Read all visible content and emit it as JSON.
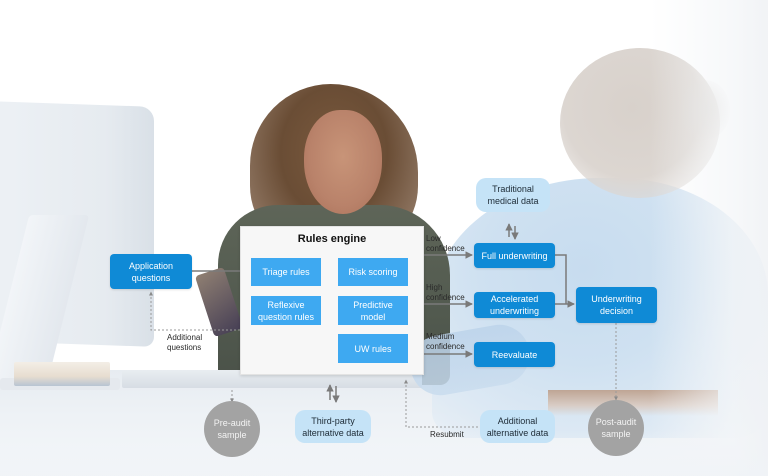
{
  "diagram": {
    "rules_engine": {
      "title": "Rules engine",
      "components": {
        "triage_rules": "Triage rules",
        "risk_scoring": "Risk scoring",
        "reflexive_question_rules": "Reflexive question rules",
        "predictive_model": "Predictive model",
        "uw_rules": "UW rules"
      }
    },
    "inputs": {
      "application_questions": "Application questions",
      "additional_questions": "Additional questions",
      "third_party_alternative_data": "Third-party alternative data"
    },
    "paths": {
      "full_underwriting": {
        "label": "Full underwriting",
        "confidence": "Low confidence"
      },
      "accelerated_underwriting": {
        "label": "Accelerated underwriting",
        "confidence": "High confidence"
      },
      "reevaluate": {
        "label": "Reevaluate",
        "confidence": "Medium confidence"
      }
    },
    "data_sources": {
      "traditional_medical_data": "Traditional medical data",
      "additional_alternative_data": "Additional alternative data"
    },
    "outcome": {
      "underwriting_decision": "Underwriting decision",
      "resubmit": "Resubmit"
    },
    "audits": {
      "pre_audit_sample": "Pre-audit sample",
      "post_audit_sample": "Post-audit sample"
    },
    "colors": {
      "primary_node": "#0f8ad6",
      "inner_node": "#3ea9f1",
      "data_node": "#c5e3f7",
      "audit_circle": "#a3a3a3",
      "connector": "#7a7a7a"
    }
  }
}
